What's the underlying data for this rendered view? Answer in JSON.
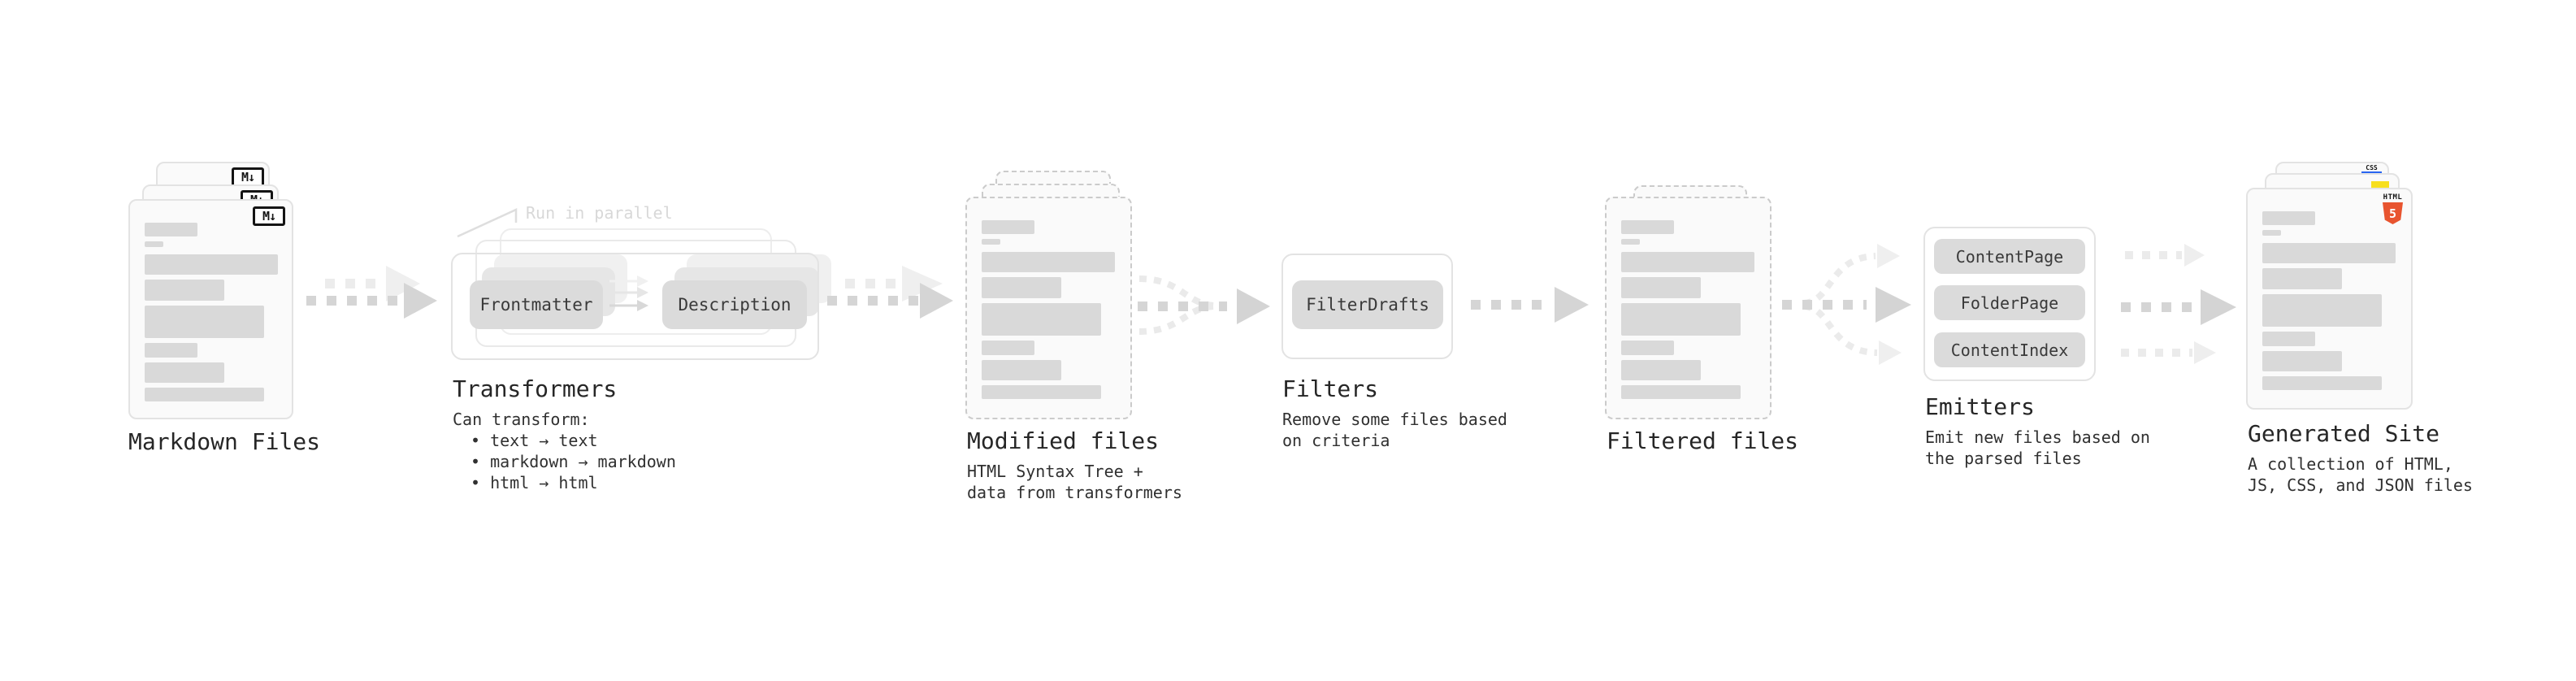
{
  "colors": {
    "html5_orange": "#e8542f",
    "js_yellow": "#f7df1e",
    "css_blue": "#2965f1",
    "placeholder_bar_gray": "#d9d9d9",
    "arrow_gray": "#d5d5d5",
    "arrow_light_gray": "#ececec",
    "annotation_gray": "#d8d8d8"
  },
  "stages": {
    "markdown_files": {
      "label": "Markdown Files",
      "icon_label": "M↓"
    },
    "transformers": {
      "label": "Transformers",
      "annotation": "Run in parallel",
      "pill_left": "Frontmatter",
      "pill_right": "Description",
      "lines": [
        "Can transform:",
        "• text → text",
        "• markdown → markdown",
        "• html → html"
      ]
    },
    "modified_files": {
      "label": "Modified files",
      "lines": [
        "HTML Syntax Tree +",
        "data from transformers"
      ]
    },
    "filters": {
      "label": "Filters",
      "pill": "FilterDrafts",
      "lines": [
        "Remove some files based",
        "on criteria"
      ]
    },
    "filtered_files": {
      "label": "Filtered files"
    },
    "emitters": {
      "label": "Emitters",
      "pills": [
        "ContentPage",
        "FolderPage",
        "ContentIndex"
      ],
      "lines": [
        "Emit new files based on",
        "the parsed files"
      ]
    },
    "generated_site": {
      "label": "Generated Site",
      "lines": [
        "A collection of HTML,",
        "JS, CSS, and JSON files"
      ],
      "badge_css": "CSS",
      "badge_html_word": "HTML",
      "badge_html_number": "5"
    }
  }
}
